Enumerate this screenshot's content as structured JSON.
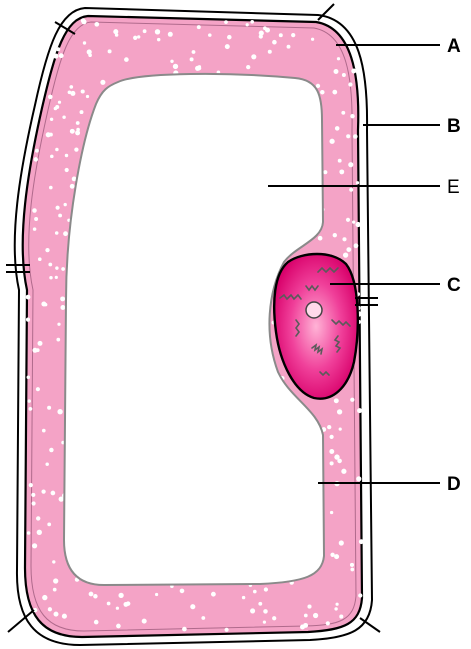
{
  "colors": {
    "cytoplasm": "#f4a3c6",
    "vacuole": "#ffffff",
    "nucleus_edge": "#e0006f",
    "nucleus_center": "#ff8fc4",
    "chromatin": "#5b5b5b",
    "granule": "#ffffff",
    "outline": "#000000",
    "membrane_gray": "#8a8a8a"
  },
  "labels": {
    "a": "A",
    "b": "B",
    "c": "C",
    "d": "D",
    "e": "E"
  }
}
